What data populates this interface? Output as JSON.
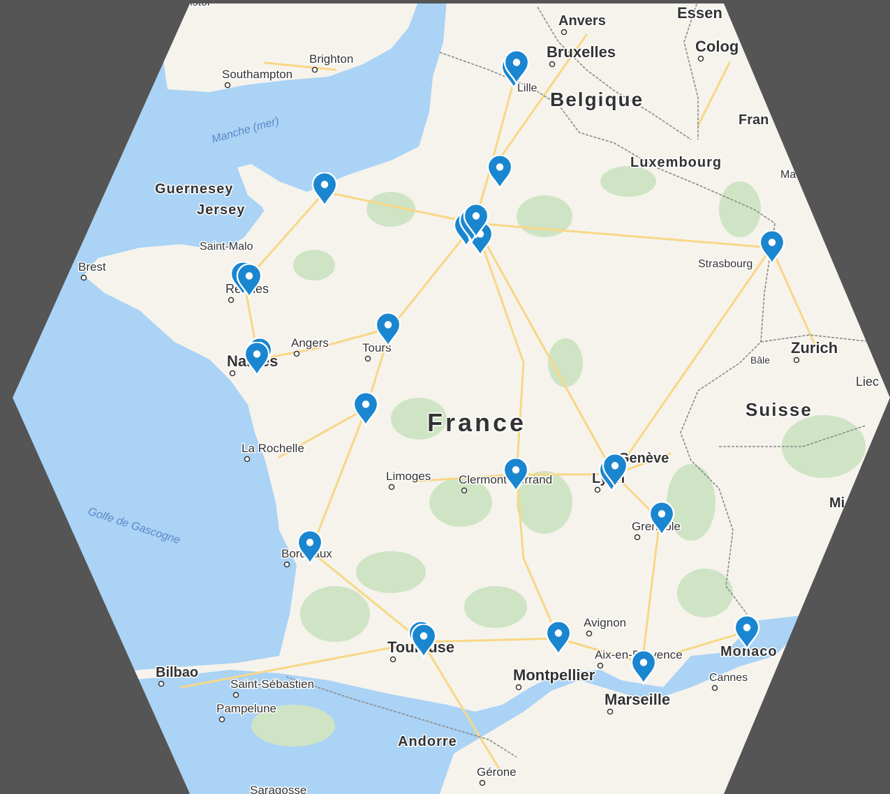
{
  "colors": {
    "background": "#555555",
    "sea": "#aad3f5",
    "land": "#f5f3ec",
    "forest": "#cfe4c4",
    "road": "#f8d785",
    "border": "#8a8a8a",
    "marker": "#1a86d0"
  },
  "map": {
    "sea_labels": [
      "Manche (mer)",
      "Golfe de Gascogne"
    ],
    "country_labels": [
      "France",
      "Belgique",
      "Suisse",
      "Luxembourg",
      "Andorre",
      "Guernesey",
      "Jersey",
      "Monaco"
    ],
    "cities": [
      {
        "key": "bristol",
        "name": "Bristol"
      },
      {
        "key": "southampton",
        "name": "Southampton"
      },
      {
        "key": "brighton",
        "name": "Brighton"
      },
      {
        "key": "anvers",
        "name": "Anvers"
      },
      {
        "key": "bruxelles",
        "name": "Bruxelles"
      },
      {
        "key": "essen",
        "name": "Essen"
      },
      {
        "key": "cologne",
        "name": "Colog"
      },
      {
        "key": "lille",
        "name": "Lille"
      },
      {
        "key": "fran",
        "name": "Fran"
      },
      {
        "key": "ma",
        "name": "Ma"
      },
      {
        "key": "saint-malo",
        "name": "Saint-Malo"
      },
      {
        "key": "brest",
        "name": "Brest"
      },
      {
        "key": "rennes",
        "name": "Rennes"
      },
      {
        "key": "angers",
        "name": "Angers"
      },
      {
        "key": "tours",
        "name": "Tours"
      },
      {
        "key": "nantes",
        "name": "Nantes"
      },
      {
        "key": "strasbourg",
        "name": "Strasbourg"
      },
      {
        "key": "zurich",
        "name": "Zurich"
      },
      {
        "key": "bale",
        "name": "Bâle"
      },
      {
        "key": "liec",
        "name": "Liec"
      },
      {
        "key": "la-rochelle",
        "name": "La Rochelle"
      },
      {
        "key": "limoges",
        "name": "Limoges"
      },
      {
        "key": "clermont",
        "name": "Clermont-Ferrand"
      },
      {
        "key": "lyon",
        "name": "Lyon"
      },
      {
        "key": "geneve",
        "name": "Genève"
      },
      {
        "key": "grenoble",
        "name": "Grenoble"
      },
      {
        "key": "mi",
        "name": "Mi"
      },
      {
        "key": "bordeaux",
        "name": "Bordeaux"
      },
      {
        "key": "avignon",
        "name": "Avignon"
      },
      {
        "key": "aix",
        "name": "Aix-en-Provence"
      },
      {
        "key": "toulouse",
        "name": "Toulouse"
      },
      {
        "key": "montpellier",
        "name": "Montpellier"
      },
      {
        "key": "marseille",
        "name": "Marseille"
      },
      {
        "key": "cannes",
        "name": "Cannes"
      },
      {
        "key": "bilbao",
        "name": "Bilbao"
      },
      {
        "key": "saint-sebastien",
        "name": "Saint-Sébastien"
      },
      {
        "key": "pampelune",
        "name": "Pampelune"
      },
      {
        "key": "gerone",
        "name": "Gérone"
      },
      {
        "key": "saragosse",
        "name": "Saragosse"
      }
    ],
    "markers": [
      {
        "key": "lille",
        "location": "Lille"
      },
      {
        "key": "lille-2",
        "location": "Lille"
      },
      {
        "key": "amiens",
        "location": "Amiens"
      },
      {
        "key": "normandie",
        "location": "Normandie"
      },
      {
        "key": "paris",
        "location": "Paris"
      },
      {
        "key": "paris-2",
        "location": "Paris"
      },
      {
        "key": "paris-3",
        "location": "Paris"
      },
      {
        "key": "paris-4",
        "location": "Paris"
      },
      {
        "key": "strasbourg",
        "location": "Strasbourg"
      },
      {
        "key": "rennes",
        "location": "Rennes"
      },
      {
        "key": "rennes-2",
        "location": "Rennes"
      },
      {
        "key": "nantes",
        "location": "Nantes"
      },
      {
        "key": "nantes-2",
        "location": "Nantes"
      },
      {
        "key": "tours",
        "location": "Tours"
      },
      {
        "key": "poitiers",
        "location": "Poitiers"
      },
      {
        "key": "clermont",
        "location": "Clermont-Ferrand"
      },
      {
        "key": "lyon",
        "location": "Lyon"
      },
      {
        "key": "lyon-2",
        "location": "Lyon"
      },
      {
        "key": "grenoble",
        "location": "Grenoble"
      },
      {
        "key": "bordeaux",
        "location": "Bordeaux"
      },
      {
        "key": "toulouse",
        "location": "Toulouse"
      },
      {
        "key": "toulouse-2",
        "location": "Toulouse"
      },
      {
        "key": "montpellier",
        "location": "Montpellier"
      },
      {
        "key": "marseille",
        "location": "Marseille"
      },
      {
        "key": "monaco",
        "location": "Monaco"
      }
    ]
  }
}
